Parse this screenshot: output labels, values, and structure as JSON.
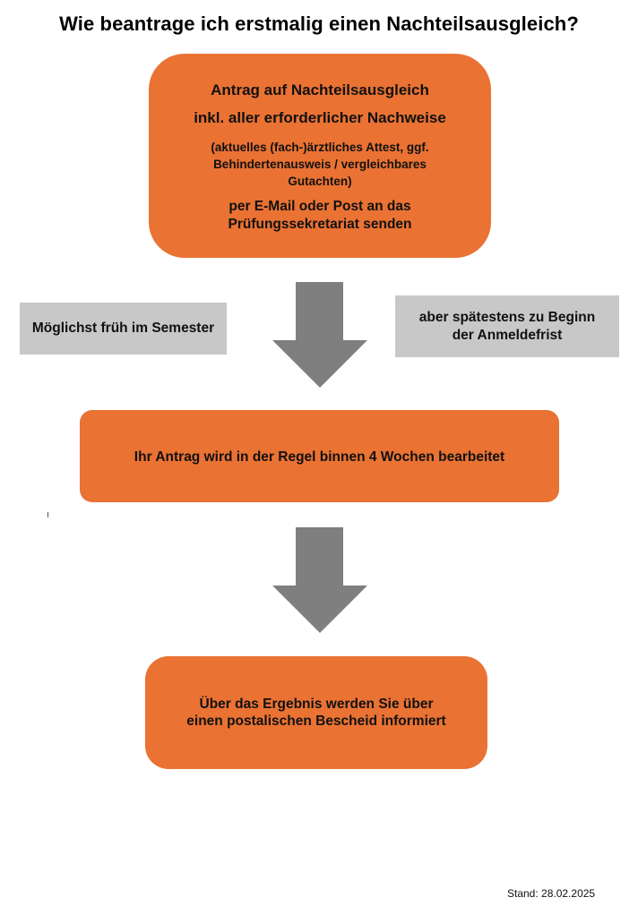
{
  "title": "Wie beantrage ich erstmalig einen Nachteilsausgleich?",
  "step1": {
    "line1": "Antrag auf Nachteilsausgleich",
    "line2": "inkl. aller erforderlicher Nachweise",
    "details": "(aktuelles (fach-)ärztliches Attest, ggf. Behindertenausweis / vergleichbares Gutachten)",
    "send": "per E-Mail oder Post an das Prüfungssekretariat senden"
  },
  "timing": {
    "left": "Möglichst früh im Semester",
    "right": "aber spätestens zu Beginn der Anmeldefrist"
  },
  "step2": {
    "text": "Ihr Antrag wird in der Regel binnen 4 Wochen bearbeitet"
  },
  "step3": {
    "text": "Über das Ergebnis werden Sie über einen postalischen Bescheid informiert"
  },
  "footer": {
    "stand": "Stand: 28.02.2025"
  },
  "colors": {
    "box": "#ea7233",
    "note": "#c8c8c8",
    "arrow": "#7f7f7f"
  }
}
